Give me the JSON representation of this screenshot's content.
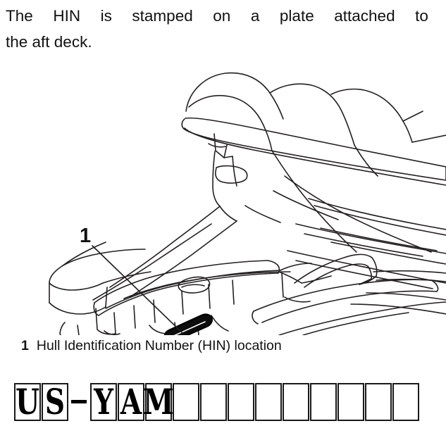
{
  "body_text": {
    "line1_words": [
      "The",
      "HIN",
      "is",
      "stamped",
      "on",
      "a",
      "plate",
      "attached",
      "to"
    ],
    "line1_plain": "The HIN is stamped on a plate attached to",
    "line2": "the aft deck."
  },
  "illustration": {
    "alt": "Line drawing of personal watercraft aft deck showing HIN plate location",
    "callout_number": "1",
    "plate_label": "hin-plate",
    "line_color": "#231f20",
    "plate_color": "#000000"
  },
  "caption": {
    "number": "1",
    "text": "Hull Identification Number (HIN) location"
  },
  "hin_boxes": {
    "cells": [
      {
        "char": "U",
        "filled": true
      },
      {
        "char": "S",
        "filled": true
      },
      {
        "char": "-",
        "filled": false,
        "separator": true
      },
      {
        "char": "Y",
        "filled": true
      },
      {
        "char": "A",
        "filled": true
      },
      {
        "char": "M",
        "filled": true
      },
      {
        "char": "",
        "filled": false
      },
      {
        "char": "",
        "filled": false
      },
      {
        "char": "",
        "filled": false
      },
      {
        "char": "",
        "filled": false
      },
      {
        "char": "",
        "filled": false
      },
      {
        "char": "",
        "filled": false
      },
      {
        "char": "",
        "filled": false
      },
      {
        "char": "",
        "filled": false
      },
      {
        "char": "",
        "filled": false
      }
    ],
    "prefix": "US-YAM",
    "total_boxes": 14,
    "filled_count": 5,
    "empty_count": 9,
    "border_color": "#1a1a1a"
  }
}
